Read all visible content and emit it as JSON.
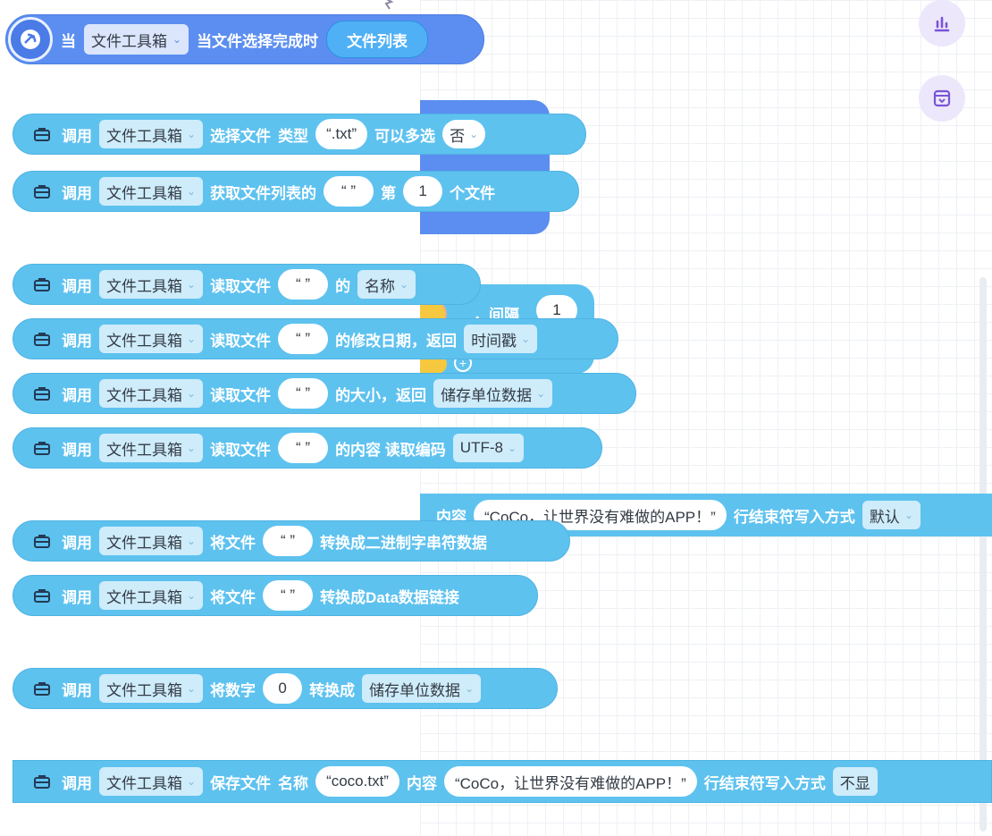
{
  "event_block": {
    "when": "当",
    "component": "文件工具箱",
    "trigger": "当文件选择完成时",
    "param": "文件列表"
  },
  "common": {
    "call": "调用",
    "component": "文件工具箱"
  },
  "blocks": {
    "choose_file": {
      "action": "选择文件",
      "type_label": "类型",
      "type_value": "“.txt”",
      "multi_label": "可以多选",
      "multi_value": "否"
    },
    "get_file": {
      "action": "获取文件列表的",
      "list_value": "“ ”",
      "index_label": "第",
      "index_value": "1",
      "suffix": "个文件"
    },
    "read_name": {
      "action": "读取文件",
      "file_value": "“ ”",
      "of": "的",
      "prop": "名称"
    },
    "read_date": {
      "action": "读取文件",
      "file_value": "“ ”",
      "mid": "的修改日期，返回",
      "option": "时间戳"
    },
    "read_size": {
      "action": "读取文件",
      "file_value": "“ ”",
      "mid": "的大小，返回",
      "option": "储存单位数据"
    },
    "read_content": {
      "action": "读取文件",
      "file_value": "“ ”",
      "mid": "的内容 读取编码",
      "option": "UTF-8"
    },
    "to_binary": {
      "action": "将文件",
      "file_value": "“ ”",
      "mid": "转换成二进制字串符数据"
    },
    "to_data": {
      "action": "将文件",
      "file_value": "“ ”",
      "mid": "转换成Data数据链接"
    },
    "num_convert": {
      "action": "将数字",
      "value": "0",
      "mid": "转换成",
      "option": "储存单位数据"
    },
    "save_file": {
      "action": "保存文件",
      "name_label": "名称",
      "name_value": "“coco.txt”",
      "content_label": "内容",
      "content_value": "“CoCo，让世界没有难做的APP！”",
      "eol_label": "行结束符写入方式",
      "eol_value": "不显"
    }
  },
  "background": {
    "interval_label": "，间隔",
    "interval_value": "1",
    "content_label": "内容",
    "content_value": "“CoCo，让世界没有难做的APP！”",
    "eol_label": "行结束符写入方式",
    "eol_value": "默认"
  },
  "icons": {
    "event": "satellite-dish-icon",
    "block": "toolbox-icon",
    "chart": "bar-chart-icon",
    "store": "store-icon"
  },
  "colors": {
    "block": "#5ec2ef",
    "event": "#5b8ef0",
    "fab": "#ece7fb",
    "accent": "#7a54d8"
  }
}
